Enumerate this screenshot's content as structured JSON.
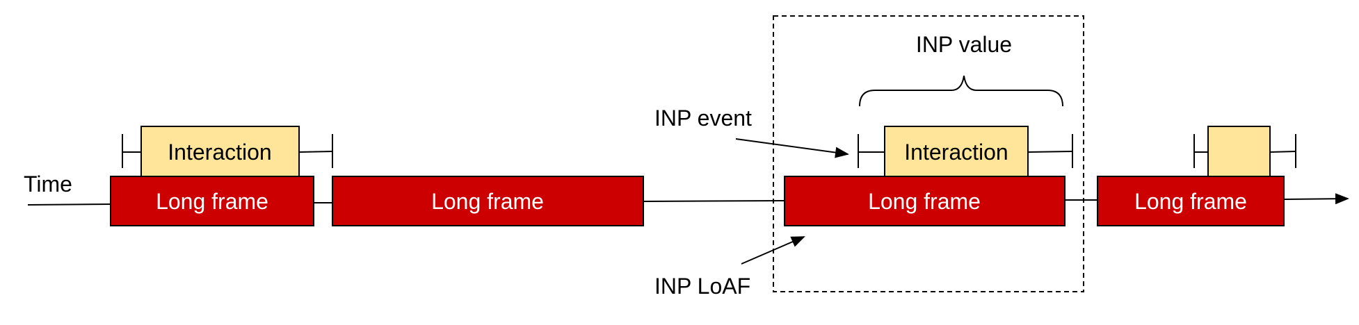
{
  "labels": {
    "time": "Time",
    "inp_value": "INP value",
    "inp_event": "INP event",
    "inp_loaf": "INP LoAF"
  },
  "frames": [
    {
      "label": "Long frame"
    },
    {
      "label": "Long frame"
    },
    {
      "label": "Long frame"
    },
    {
      "label": "Long frame"
    }
  ],
  "interactions": [
    {
      "label": "Interaction"
    },
    {
      "label": "Interaction"
    },
    {
      "label": ""
    }
  ],
  "colors": {
    "frame_fill": "#cc0000",
    "interaction_fill": "#ffe599",
    "line": "#000000"
  }
}
